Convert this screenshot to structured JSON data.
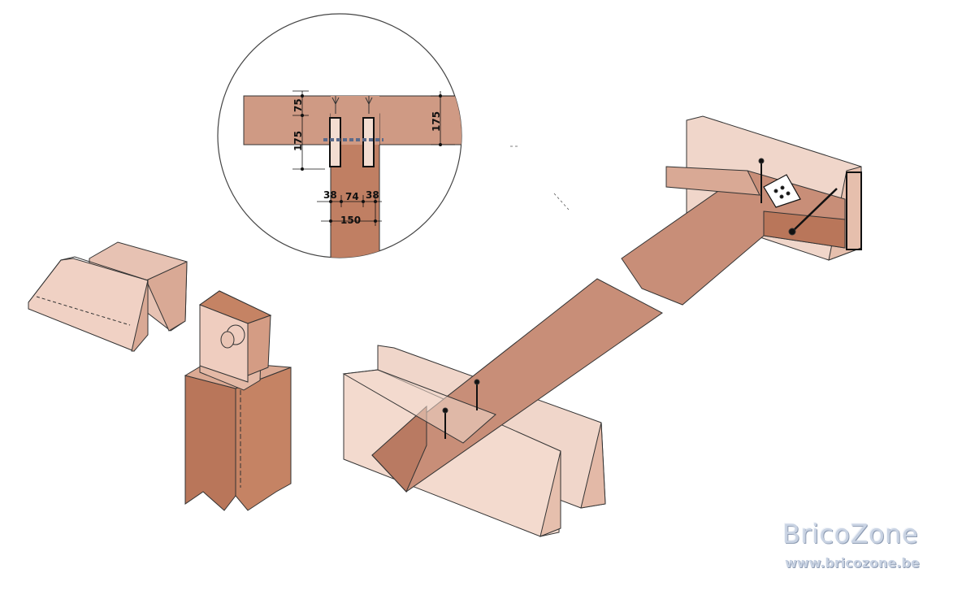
{
  "detail": {
    "dim_beam_depth": "75",
    "dim_slot_depth": "175",
    "dim_beam_height": "175",
    "dim_left": "38",
    "dim_middle": "74",
    "dim_right": "38",
    "dim_width": "150"
  },
  "watermark": {
    "brand": "BricoZone",
    "url": "www.bricozone.be"
  },
  "colors": {
    "wood_dark": "#b9765a",
    "wood_mid": "#cf9a84",
    "wood_light": "#eed3c6",
    "line": "#333333"
  }
}
